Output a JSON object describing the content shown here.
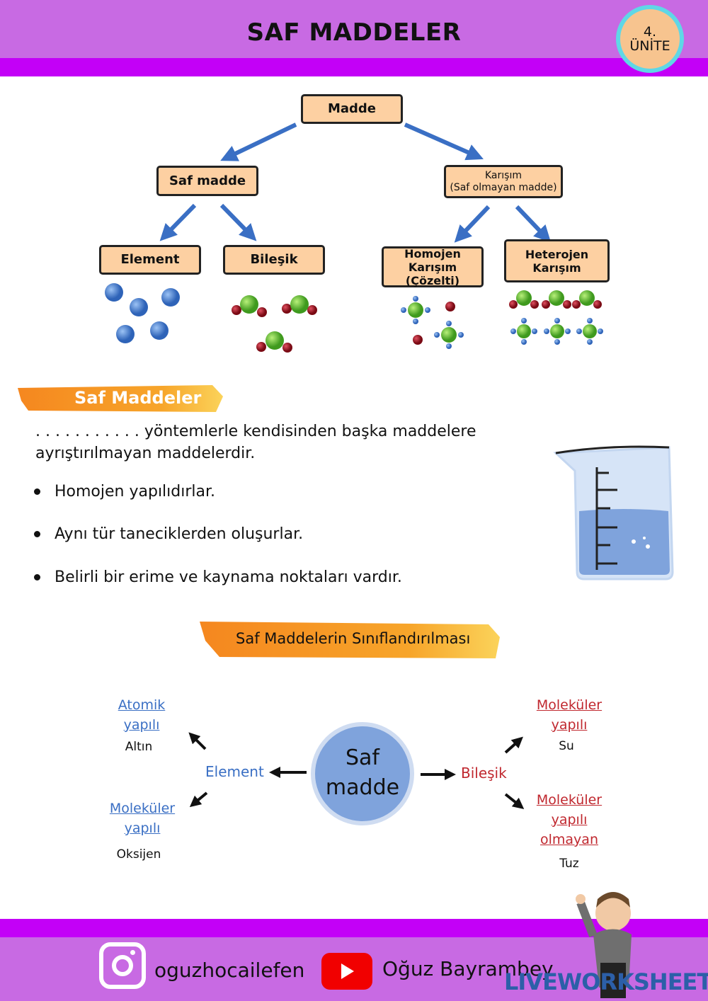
{
  "header": {
    "title": "SAF MADDELER",
    "badge_number": "4.",
    "badge_label": "ÜNİTE"
  },
  "tree": {
    "root": "Madde",
    "pure": "Saf madde",
    "mixture_line1": "Karışım",
    "mixture_line2": "(Saf olmayan madde)",
    "element": "Element",
    "compound": "Bileşik",
    "homogeneous_line1": "Homojen Karışım",
    "homogeneous_line2": "(Çözelti)",
    "heterogeneous_line1": "Heterojen",
    "heterogeneous_line2": "Karışım"
  },
  "section1": {
    "banner": "Saf Maddeler",
    "definition_line1": ". . . . . . . . . . .  yöntemlerle kendisinden başka maddelere",
    "definition_line2": "ayrıştırılmayan maddelerdir.",
    "bullets": [
      "Homojen yapılıdırlar.",
      "Aynı tür taneciklerden oluşurlar.",
      "Belirli bir erime ve kaynama noktaları vardır."
    ]
  },
  "section2": {
    "banner": "Saf Maddelerin Sınıflandırılması",
    "center_line1": "Saf",
    "center_line2": "madde",
    "element": "Element",
    "compound": "Bileşik",
    "atomic_line1": "Atomik",
    "atomic_line2": "yapılı",
    "atomic_example": "Altın",
    "el_molecular_line1": "Moleküler",
    "el_molecular_line2": "yapılı",
    "el_molecular_example": "Oksijen",
    "cmp_molecular_line1": "Moleküler",
    "cmp_molecular_line2": "yapılı",
    "cmp_molecular_example": "Su",
    "cmp_nonmolecular_line1": "Moleküler",
    "cmp_nonmolecular_line2": "yapılı",
    "cmp_nonmolecular_line3": "olmayan",
    "cmp_nonmolecular_example": "Tuz"
  },
  "footer": {
    "instagram": "oguzhocailefen",
    "youtube": "Oğuz Bayrambey",
    "watermark": "LIVEWORKSHEETS"
  },
  "colors": {
    "header": "#c86ae3",
    "stripe": "#c300f7",
    "box": "#fdd0a2",
    "arrow": "#3a6fc4",
    "element_blue": "#3a6fc4",
    "compound_red": "#c0282f"
  }
}
